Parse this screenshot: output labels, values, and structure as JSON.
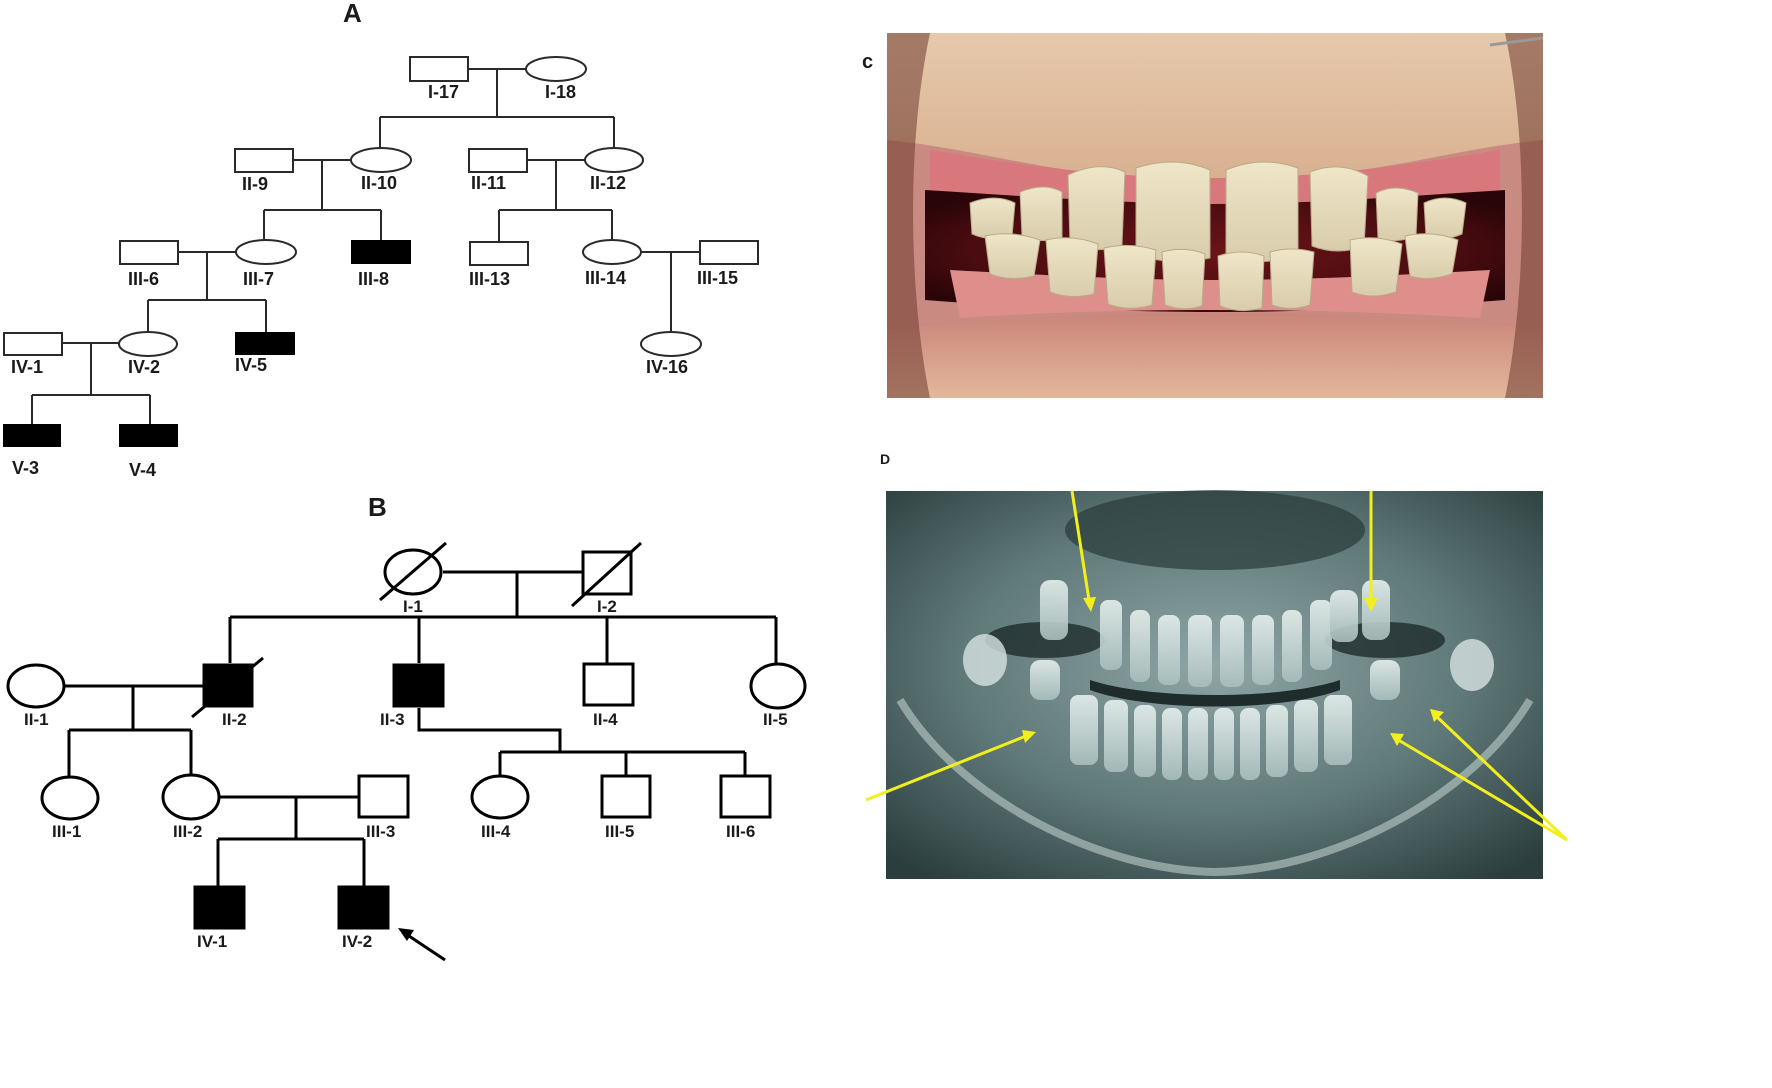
{
  "colors": {
    "affected": "#000000",
    "unaffected": "#ffffff",
    "arrow_yellow": "#f2ef1c"
  },
  "panel_a": {
    "label": "A",
    "individuals": {
      "I-17": {
        "label": "I-17",
        "sex": "male",
        "affected": false
      },
      "I-18": {
        "label": "I-18",
        "sex": "female",
        "affected": false
      },
      "II-9": {
        "label": "II-9",
        "sex": "male",
        "affected": false
      },
      "II-10": {
        "label": "II-10",
        "sex": "female",
        "affected": false
      },
      "II-11": {
        "label": "II-11",
        "sex": "male",
        "affected": false
      },
      "II-12": {
        "label": "II-12",
        "sex": "female",
        "affected": false
      },
      "III-6": {
        "label": "III-6",
        "sex": "male",
        "affected": false
      },
      "III-7": {
        "label": "III-7",
        "sex": "female",
        "affected": false
      },
      "III-8": {
        "label": "III-8",
        "sex": "male",
        "affected": true
      },
      "III-13": {
        "label": "III-13",
        "sex": "male",
        "affected": false
      },
      "III-14": {
        "label": "III-14",
        "sex": "female",
        "affected": false
      },
      "III-15": {
        "label": "III-15",
        "sex": "male",
        "affected": false
      },
      "IV-1": {
        "label": "IV-1",
        "sex": "male",
        "affected": false
      },
      "IV-2": {
        "label": "IV-2",
        "sex": "female",
        "affected": false
      },
      "IV-5": {
        "label": "IV-5",
        "sex": "male",
        "affected": true
      },
      "IV-16": {
        "label": "IV-16",
        "sex": "female",
        "affected": false
      },
      "V-3": {
        "label": "V-3",
        "sex": "male",
        "affected": true
      },
      "V-4": {
        "label": "V-4",
        "sex": "male",
        "affected": true
      }
    }
  },
  "panel_b": {
    "label": "B",
    "proband": "IV-2",
    "individuals": {
      "I-1": {
        "label": "I-1",
        "sex": "female",
        "affected": false,
        "deceased": true
      },
      "I-2": {
        "label": "I-2",
        "sex": "male",
        "affected": false,
        "deceased": true
      },
      "II-1": {
        "label": "II-1",
        "sex": "female",
        "affected": false
      },
      "II-2": {
        "label": "II-2",
        "sex": "male",
        "affected": true,
        "deceased": true
      },
      "II-3": {
        "label": "II-3",
        "sex": "male",
        "affected": true
      },
      "II-4": {
        "label": "II-4",
        "sex": "male",
        "affected": false
      },
      "II-5": {
        "label": "II-5",
        "sex": "female",
        "affected": false
      },
      "III-1": {
        "label": "III-1",
        "sex": "female",
        "affected": false
      },
      "III-2": {
        "label": "III-2",
        "sex": "female",
        "affected": false
      },
      "III-3": {
        "label": "III-3",
        "sex": "male",
        "affected": false
      },
      "III-4": {
        "label": "III-4",
        "sex": "female",
        "affected": false
      },
      "III-5": {
        "label": "III-5",
        "sex": "male",
        "affected": false
      },
      "III-6": {
        "label": "III-6",
        "sex": "male",
        "affected": false
      },
      "IV-1": {
        "label": "IV-1",
        "sex": "male",
        "affected": true
      },
      "IV-2": {
        "label": "IV-2",
        "sex": "male",
        "affected": true
      }
    }
  },
  "panel_c": {
    "label": "c"
  },
  "panel_d": {
    "label": "D"
  }
}
